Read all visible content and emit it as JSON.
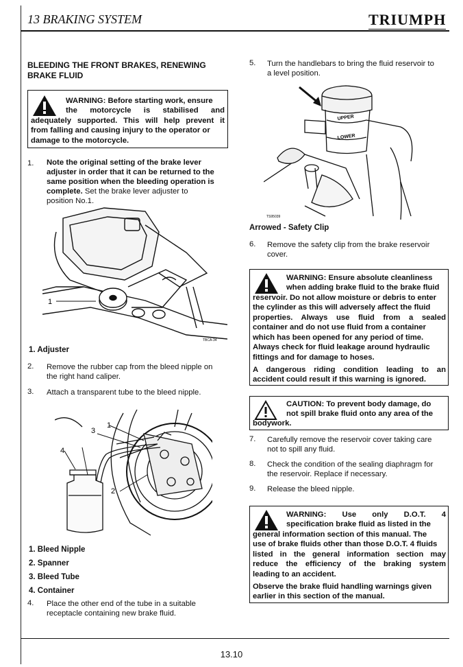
{
  "header": {
    "chapter": "13 BRAKING SYSTEM",
    "brand": "TRIUMPH"
  },
  "section": {
    "title_line1": "BLEEDING THE FRONT BRAKES, RENEWING",
    "title_line2": "BRAKE FLUID"
  },
  "warning1": {
    "line1": "WARNING: Before starting work, ensure",
    "line2": "the motorcycle is stabilised and",
    "line3": "adequately supported. This will help prevent it",
    "line4": "from falling and causing injury to the operator or",
    "line5": "damage to the motorcycle."
  },
  "step1": {
    "number": "1.",
    "line1": "Note the original setting of the brake lever",
    "line2": "adjuster in order that it can be returned to the",
    "line3": "same position when the bleeding operation is",
    "line4_bold": "complete.",
    "line4_rest": " Set the brake lever adjuster to",
    "line5": "position No.1."
  },
  "fig1": {
    "callout": "1",
    "ref": "TBCA-34",
    "caption": "1. Adjuster"
  },
  "step2": {
    "number": "2.",
    "line1": "Remove the rubber cap from the bleed nipple on",
    "line2": "the right hand caliper."
  },
  "step3": {
    "number": "3.",
    "line1": "Attach a transparent tube to the bleed nipple."
  },
  "fig2": {
    "callouts": [
      "1",
      "2",
      "3",
      "4"
    ],
    "captions": [
      "1. Bleed Nipple",
      "2. Spanner",
      "3. Bleed Tube",
      "4. Container"
    ]
  },
  "step4": {
    "number": "4.",
    "line1": "Place the other end of the tube in a suitable",
    "line2": "receptacle containing new brake fluid."
  },
  "step5": {
    "number": "5.",
    "line1": "Turn the handlebars to bring the fluid reservoir to",
    "line2": "a level position."
  },
  "fig3": {
    "label_upper": "UPPER",
    "label_lower": "LOWER",
    "ref": "TS95039",
    "caption": "Arrowed - Safety Clip"
  },
  "step6": {
    "number": "6.",
    "line1": "Remove the safety clip from the brake reservoir",
    "line2": "cover."
  },
  "warning2": {
    "lines": [
      "WARNING: Ensure absolute cleanliness",
      "when adding brake fluid to the brake fluid",
      "reservoir. Do not allow moisture or debris to enter",
      "the cylinder as this will adversely affect the fluid",
      "properties. Always use fluid from a sealed",
      "container and do not use fluid from a container",
      "which has been opened for any period of time.",
      "Always check for fluid leakage around hydraulic",
      "fittings and for damage to hoses."
    ],
    "extra_line1": "A dangerous riding condition leading to an",
    "extra_line2": "accident could result if this warning is ignored."
  },
  "caution": {
    "line1": "CAUTION: To prevent body damage, do",
    "line2": "not spill brake fluid onto any area of the",
    "line3": "bodywork."
  },
  "step7": {
    "number": "7.",
    "line1": "Carefully remove the reservoir cover taking care",
    "line2": "not to spill any fluid."
  },
  "step8": {
    "number": "8.",
    "line1": "Check the condition of the sealing diaphragm for",
    "line2": "the reservoir. Replace if necessary."
  },
  "step9": {
    "number": "9.",
    "line1": "Release the bleed nipple."
  },
  "warning3": {
    "lines": [
      "WARNING: Use only D.O.T. 4",
      "specification brake fluid as listed in the",
      "general information section of this manual. The",
      "use of brake fluids other than those D.O.T. 4 fluids",
      "listed in the general information section may",
      "reduce the efficiency of the braking system",
      "leading to an accident."
    ],
    "extra_line1": "Observe the brake fluid handling warnings given",
    "extra_line2": "earlier in this section of the manual."
  },
  "footer": {
    "page_number": "13.10"
  }
}
